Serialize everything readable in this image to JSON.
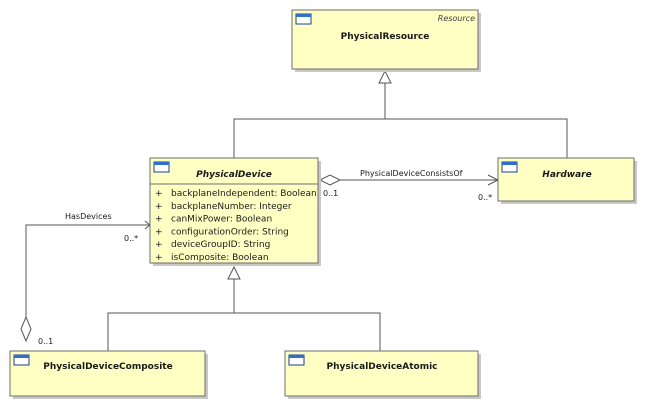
{
  "classes": {
    "physical_resource": {
      "name": "PhysicalResource",
      "stereotype": "Resource"
    },
    "physical_device": {
      "name": "PhysicalDevice",
      "attributes": [
        {
          "visibility": "+",
          "text": "backplaneIndependent: Boolean"
        },
        {
          "visibility": "+",
          "text": "backplaneNumber: Integer"
        },
        {
          "visibility": "+",
          "text": "canMixPower: Boolean"
        },
        {
          "visibility": "+",
          "text": "configurationOrder: String"
        },
        {
          "visibility": "+",
          "text": "deviceGroupID: String"
        },
        {
          "visibility": "+",
          "text": "isComposite: Boolean"
        }
      ]
    },
    "hardware": {
      "name": "Hardware"
    },
    "physical_device_composite": {
      "name": "PhysicalDeviceComposite"
    },
    "physical_device_atomic": {
      "name": "PhysicalDeviceAtomic"
    }
  },
  "associations": {
    "consists_of": {
      "name": "PhysicalDeviceConsistsOf",
      "source_multiplicity": "0..1",
      "target_multiplicity": "0..*"
    },
    "has_devices": {
      "name": "HasDevices",
      "source_multiplicity": "0..*",
      "target_multiplicity": "0..1"
    }
  },
  "colors": {
    "class_fill": "#ffffc4",
    "class_stroke": "#6e6e6e",
    "icon": "#2f6fce"
  },
  "icons": {
    "class_icon": "class-icon"
  }
}
